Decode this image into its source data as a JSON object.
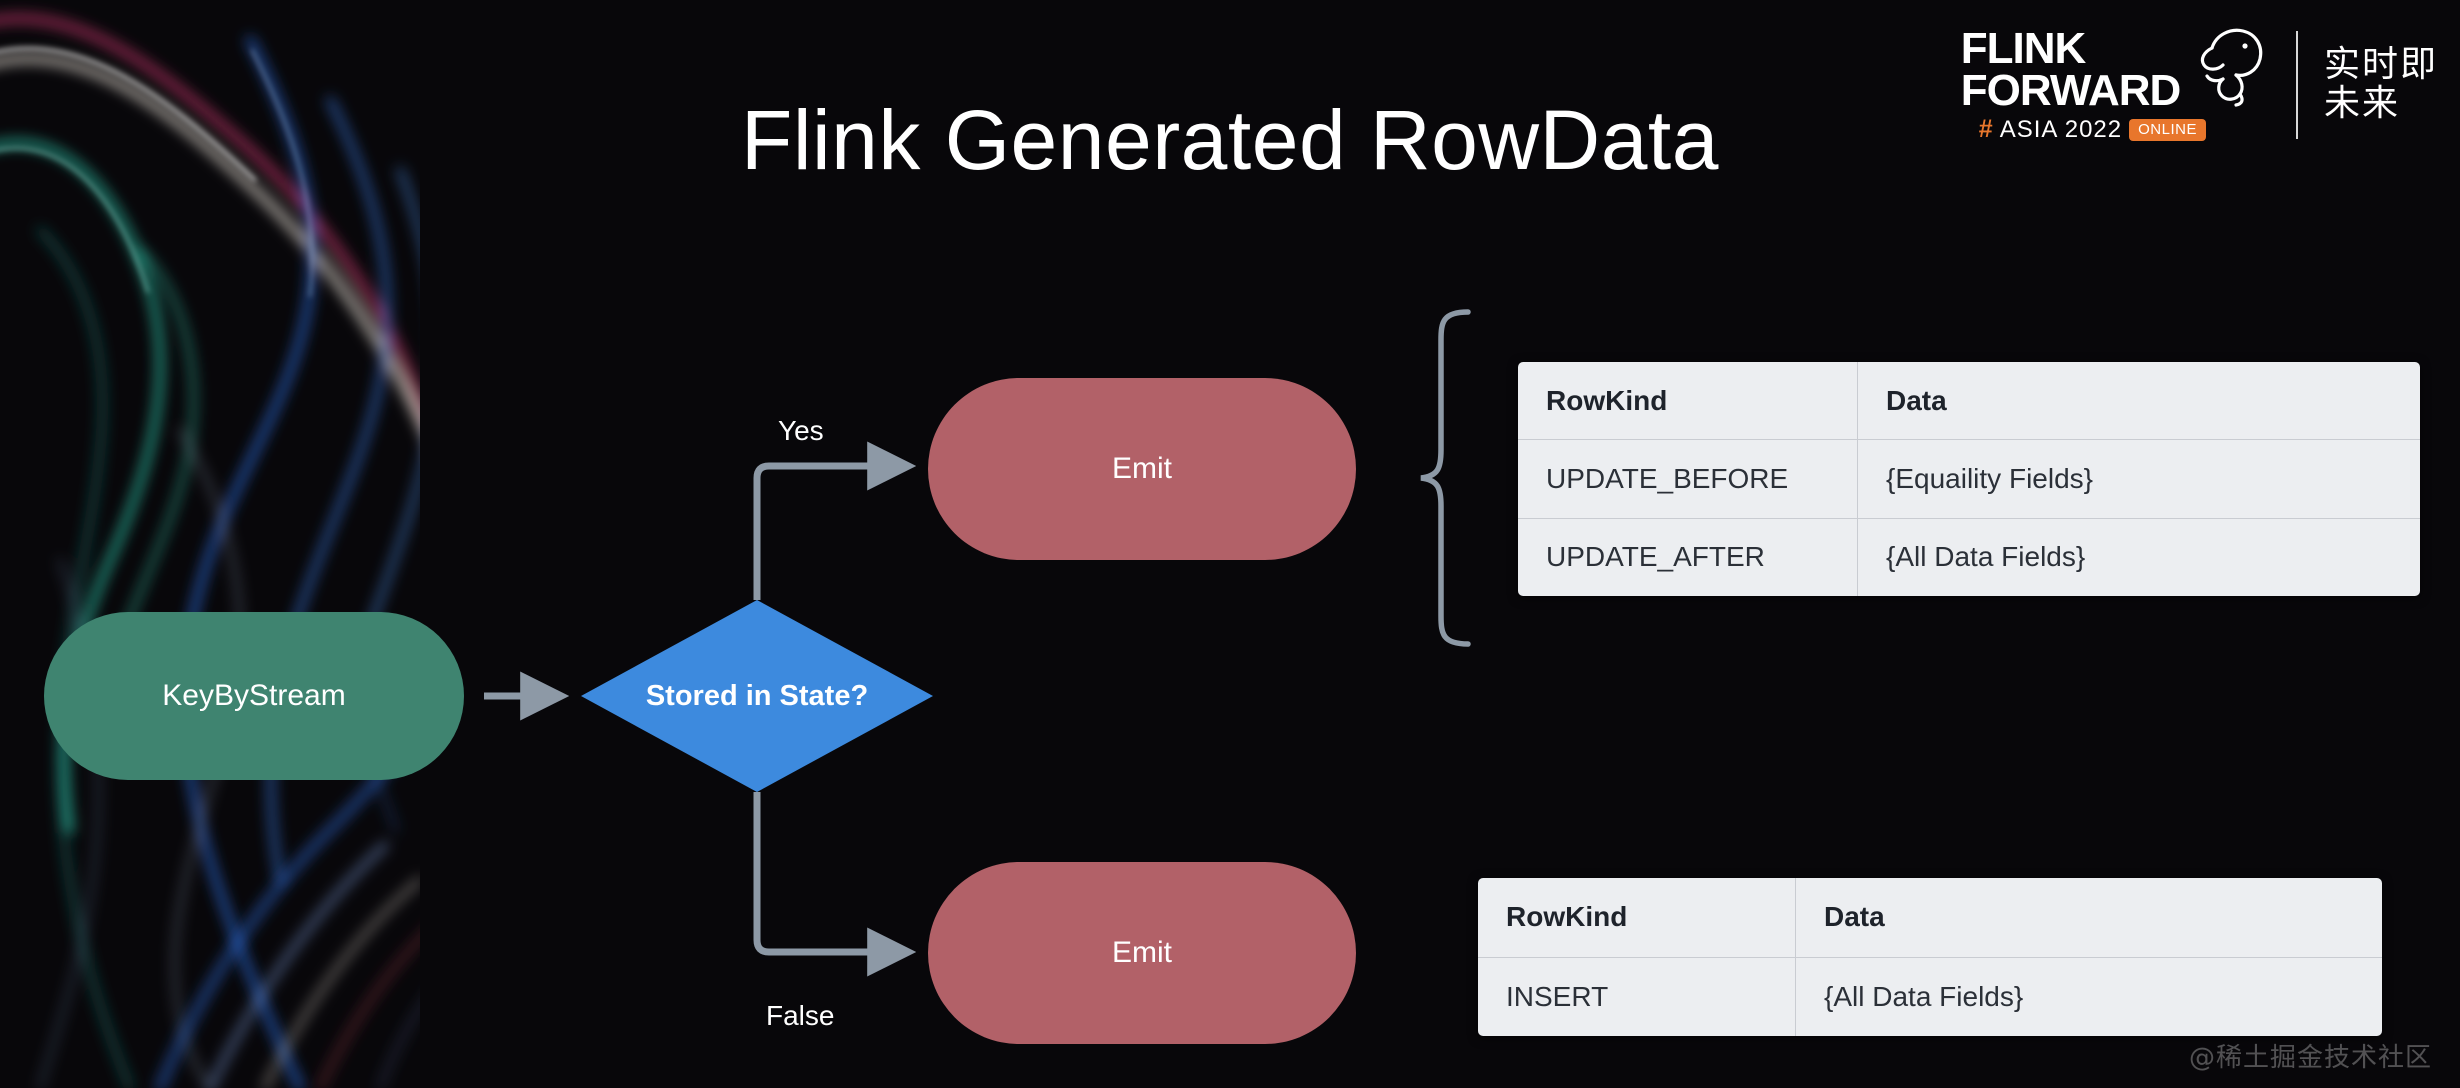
{
  "slide": {
    "title": "Flink Generated RowData",
    "background_color": "#08070a",
    "watermark": "@稀土掘金技术社区"
  },
  "logo": {
    "line1": "FLINK",
    "line2": "FORWARD",
    "hash": "#",
    "event": "ASIA 2022",
    "badge": "ONLINE",
    "cn_line1": "实时即",
    "cn_line2": "未来",
    "accent_color": "#e8762c",
    "squirrel_icon": "flink-squirrel-icon"
  },
  "flow": {
    "nodes": {
      "keyby": {
        "label": "KeyByStream",
        "color": "#3f8470"
      },
      "decision": {
        "label": "Stored in State?",
        "color": "#3d8ade"
      },
      "emit_top": {
        "label": "Emit",
        "color": "#b26168"
      },
      "emit_bottom": {
        "label": "Emit",
        "color": "#b26168"
      }
    },
    "edges": {
      "yes_label": "Yes",
      "false_label": "False",
      "connector_color": "#8d99a6"
    }
  },
  "tables": [
    {
      "id": "update-table",
      "headers": [
        "RowKind",
        "Data"
      ],
      "rows": [
        [
          "UPDATE_BEFORE",
          "{Equaility Fields}"
        ],
        [
          "UPDATE_AFTER",
          "{All Data Fields}"
        ]
      ]
    },
    {
      "id": "insert-table",
      "headers": [
        "RowKind",
        "Data"
      ],
      "rows": [
        [
          "INSERT",
          "{All Data Fields}"
        ]
      ]
    }
  ]
}
